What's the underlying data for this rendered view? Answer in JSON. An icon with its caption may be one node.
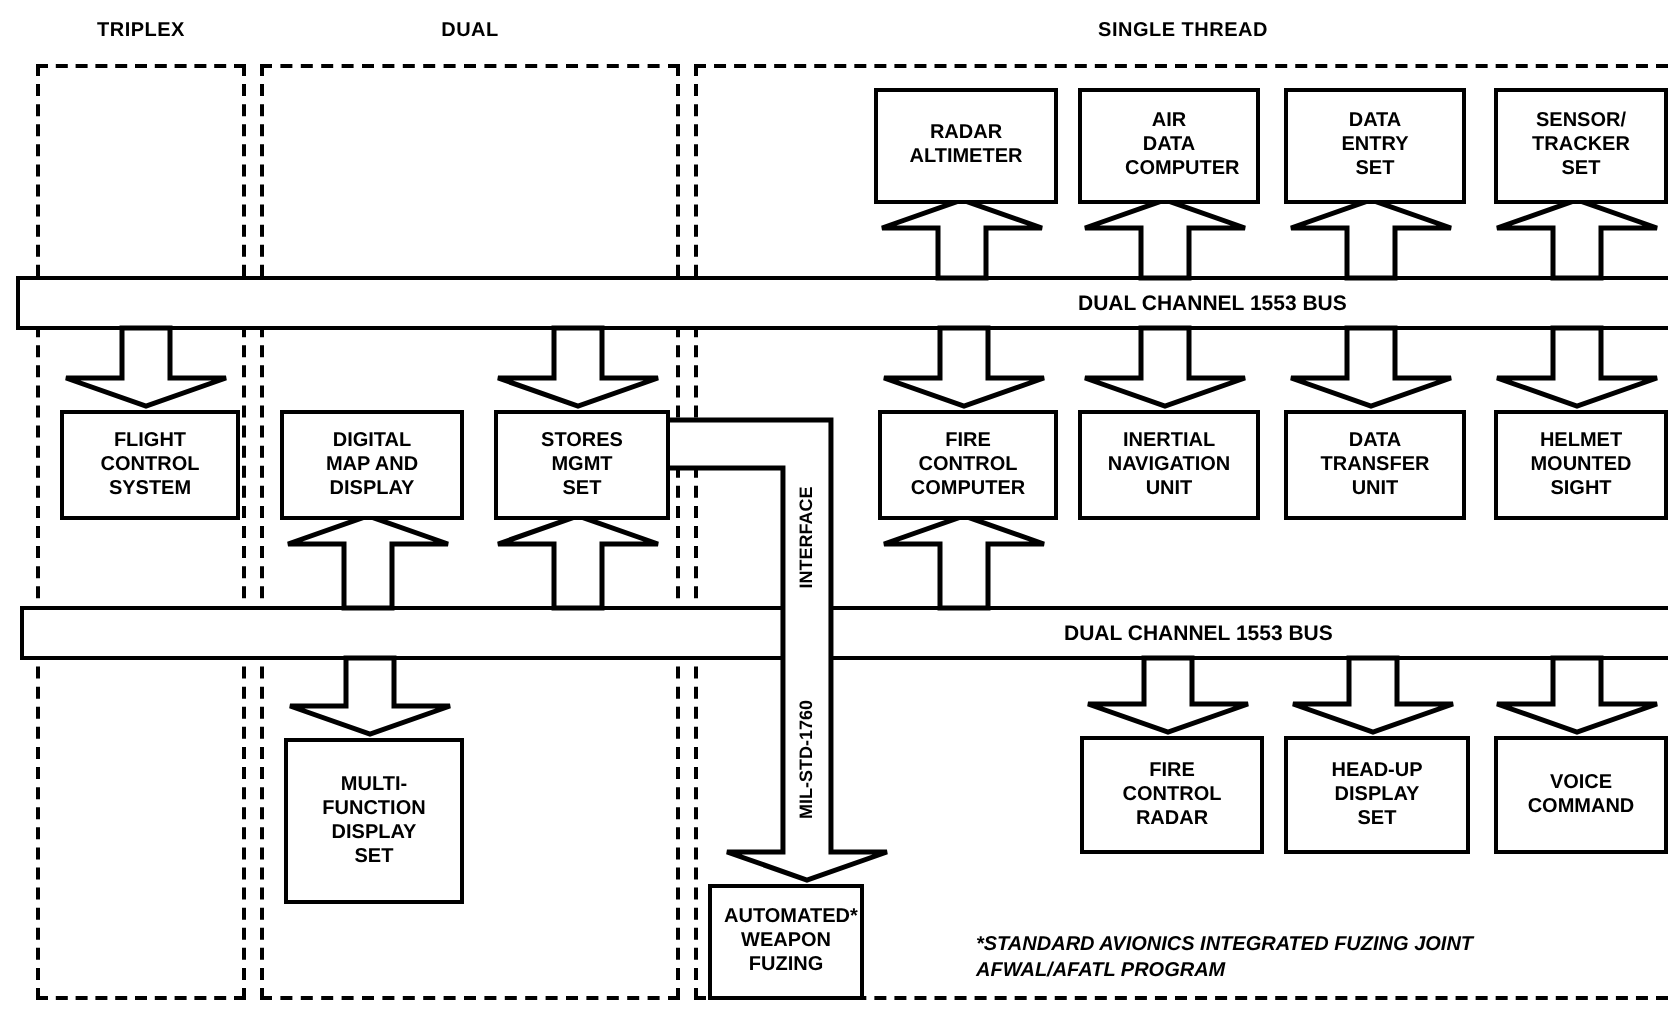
{
  "diagram": {
    "nodes": [
      {
        "text": [
          "TRIPLEX"
        ]
      },
      {
        "text": [
          "DUAL"
        ]
      },
      {
        "text": [
          "SINGLE THREAD"
        ]
      },
      {
        "text": [
          "RADAR ALTIMETER"
        ],
        "in": 2
      },
      {
        "text": [
          "AIR DATA COMPUTER"
        ],
        "in": 2
      },
      {
        "text": [
          "DATA ENTRY SET"
        ],
        "in": 2
      },
      {
        "text": [
          "SENSOR/ TRACKER SET"
        ],
        "in": 2
      },
      {
        "text": [
          "DUAL CHANNEL 1553 BUS"
        ]
      },
      {
        "text": [
          "FLIGHT CONTROL SYSTEM"
        ],
        "in": 0
      },
      {
        "text": [
          "DIGITAL MAP AND DISPLAY"
        ],
        "in": 1
      },
      {
        "text": [
          "STORES MGMT SET"
        ],
        "in": 1
      },
      {
        "text": [
          "FIRE CONTROL COMPUTER"
        ],
        "in": 2
      },
      {
        "text": [
          "INERTIAL NAVIGATION UNIT"
        ],
        "in": 2
      },
      {
        "text": [
          "DATA TRANSFER UNIT"
        ],
        "in": 2
      },
      {
        "text": [
          "HELMET MOUNTED SIGHT"
        ],
        "in": 2
      },
      {
        "text": [
          "DUAL CHANNEL 1553 BUS"
        ]
      },
      {
        "text": [
          "MULTI-FUNCTION DISPLAY SET"
        ],
        "in": 1
      },
      {
        "text": [
          "AUTOMATED* WEAPON FUZING"
        ],
        "in": 2
      },
      {
        "text": [
          "FIRE CONTROL RADAR"
        ],
        "in": 2
      },
      {
        "text": [
          "HEAD-UP DISPLAY SET"
        ],
        "in": 2
      },
      {
        "text": [
          "VOICE COMMAND"
        ],
        "in": 2
      }
    ],
    "edges": [
      {
        "from": 7,
        "to": 3,
        "arrow": "to"
      },
      {
        "from": 7,
        "to": 4,
        "arrow": "to"
      },
      {
        "from": 7,
        "to": 5,
        "arrow": "to"
      },
      {
        "from": 7,
        "to": 6,
        "arrow": "to"
      },
      {
        "from": 7,
        "to": 8,
        "arrow": "to"
      },
      {
        "from": 7,
        "to": 10,
        "arrow": "to"
      },
      {
        "from": 7,
        "to": 11,
        "arrow": "to"
      },
      {
        "from": 7,
        "to": 12,
        "arrow": "to"
      },
      {
        "from": 7,
        "to": 13,
        "arrow": "to"
      },
      {
        "from": 7,
        "to": 14,
        "arrow": "to"
      },
      {
        "from": 15,
        "to": 9,
        "arrow": "to"
      },
      {
        "from": 15,
        "to": 10,
        "arrow": "to"
      },
      {
        "from": 15,
        "to": 11,
        "arrow": "to"
      },
      {
        "from": 15,
        "to": 16,
        "arrow": "to"
      },
      {
        "from": 15,
        "to": 18,
        "arrow": "to"
      },
      {
        "from": 15,
        "to": 19,
        "arrow": "to"
      },
      {
        "from": 15,
        "to": 20,
        "arrow": "to"
      },
      {
        "from": 10,
        "to": 17,
        "arrow": "to",
        "label": "INTERFACE"
      }
    ],
    "labels": [
      "MIL-STD-1760",
      "*STANDARD AVIONICS INTEGRATED FUZING JOINT AFWAL/AFATL PROGRAM"
    ]
  }
}
